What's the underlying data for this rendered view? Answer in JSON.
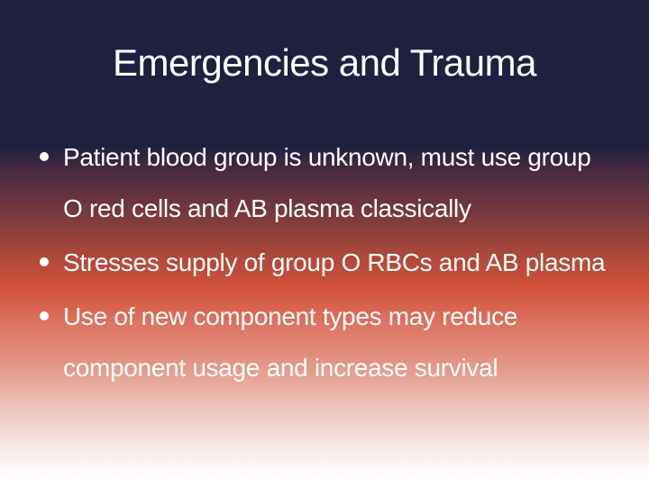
{
  "slide": {
    "title": "Emergencies and Trauma",
    "bullets": [
      "Patient blood group is unknown, must use group O red cells and AB plasma classically",
      "Stresses supply of group O RBCs and AB plasma",
      "Use of new component types may reduce component usage and increase survival"
    ]
  }
}
